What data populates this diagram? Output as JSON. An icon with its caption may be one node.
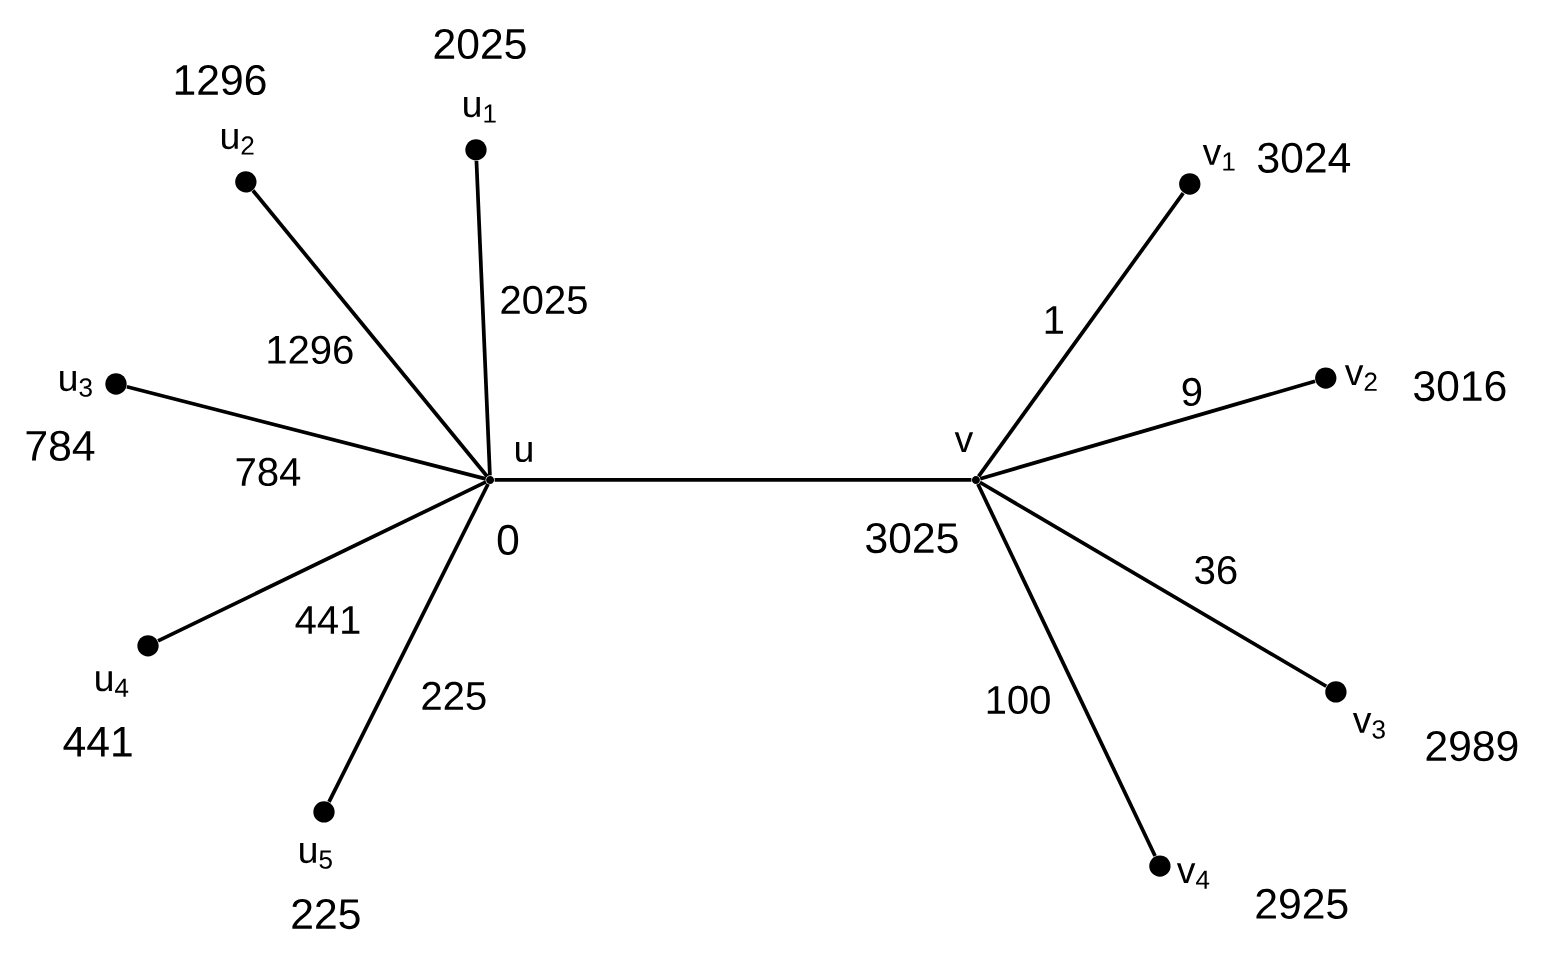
{
  "diagram": {
    "nodes": [
      {
        "text": [],
        "shape": "point",
        "beside": [
          "u",
          "0"
        ]
      },
      {
        "text": [],
        "shape": "circle",
        "beside": [
          "u$_{1}$",
          "2025"
        ]
      },
      {
        "text": [],
        "shape": "circle",
        "beside": [
          "u$_{2}$",
          "1296"
        ]
      },
      {
        "text": [],
        "shape": "circle",
        "beside": [
          "u$_{3}$",
          "784"
        ]
      },
      {
        "text": [],
        "shape": "circle",
        "beside": [
          "u$_{4}$",
          "441"
        ]
      },
      {
        "text": [],
        "shape": "circle",
        "beside": [
          "u$_{5}$",
          "225"
        ]
      },
      {
        "text": [],
        "shape": "point",
        "beside": [
          "v",
          "3025"
        ]
      },
      {
        "text": [],
        "shape": "circle",
        "beside": [
          "v$_{1}$",
          "3024"
        ]
      },
      {
        "text": [],
        "shape": "circle",
        "beside": [
          "v$_{2}$",
          "3016"
        ]
      },
      {
        "text": [],
        "shape": "circle",
        "beside": [
          "v$_{3}$",
          "2989"
        ]
      },
      {
        "text": [],
        "shape": "circle",
        "beside": [
          "v$_{4}$",
          "2925"
        ]
      }
    ],
    "edges": [
      {
        "from": 0,
        "to": 1,
        "arrow": "none",
        "label": "2025"
      },
      {
        "from": 0,
        "to": 2,
        "arrow": "none",
        "label": "1296"
      },
      {
        "from": 0,
        "to": 3,
        "arrow": "none",
        "label": "784"
      },
      {
        "from": 0,
        "to": 4,
        "arrow": "none",
        "label": "441"
      },
      {
        "from": 0,
        "to": 5,
        "arrow": "none",
        "label": "225"
      },
      {
        "from": 0,
        "to": 6,
        "arrow": "none"
      },
      {
        "from": 6,
        "to": 7,
        "arrow": "none",
        "label": "1"
      },
      {
        "from": 6,
        "to": 8,
        "arrow": "none",
        "label": "9"
      },
      {
        "from": 6,
        "to": 9,
        "arrow": "none",
        "label": "36"
      },
      {
        "from": 6,
        "to": 10,
        "arrow": "none",
        "label": "100"
      }
    ]
  }
}
